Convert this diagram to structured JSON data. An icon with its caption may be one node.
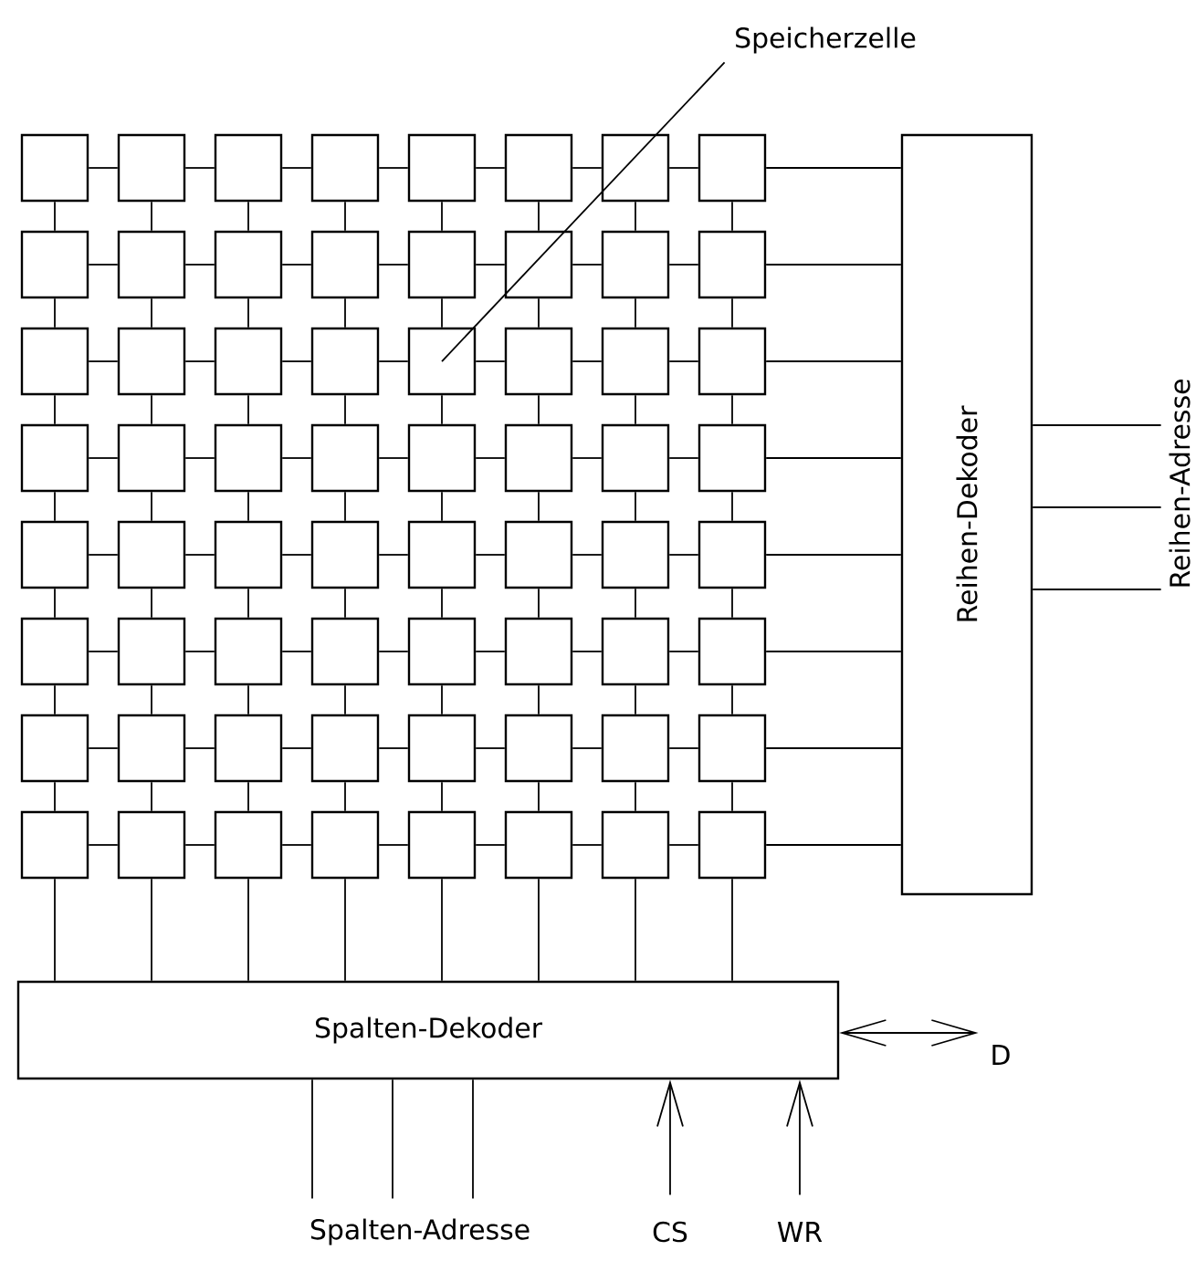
{
  "diagram": {
    "nodes": [
      {
        "text": [
          "Speicherzelle"
        ]
      },
      {
        "text": [],
        "shape": "box"
      },
      {
        "text": [],
        "shape": "box"
      },
      {
        "text": [],
        "shape": "box"
      },
      {
        "text": [],
        "shape": "box"
      },
      {
        "text": [],
        "shape": "box"
      },
      {
        "text": [],
        "shape": "box"
      },
      {
        "text": [],
        "shape": "box"
      },
      {
        "text": [],
        "shape": "box"
      },
      {
        "text": [],
        "shape": "box"
      },
      {
        "text": [],
        "shape": "box"
      },
      {
        "text": [],
        "shape": "box"
      },
      {
        "text": [],
        "shape": "box"
      },
      {
        "text": [],
        "shape": "box"
      },
      {
        "text": [],
        "shape": "box"
      },
      {
        "text": [],
        "shape": "box"
      },
      {
        "text": [],
        "shape": "box"
      },
      {
        "text": [],
        "shape": "box"
      },
      {
        "text": [],
        "shape": "box"
      },
      {
        "text": [],
        "shape": "box"
      },
      {
        "text": [],
        "shape": "box"
      },
      {
        "text": [],
        "shape": "box"
      },
      {
        "text": [],
        "shape": "box"
      },
      {
        "text": [],
        "shape": "box"
      },
      {
        "text": [],
        "shape": "box"
      },
      {
        "text": [],
        "shape": "box"
      },
      {
        "text": [],
        "shape": "box"
      },
      {
        "text": [],
        "shape": "box"
      },
      {
        "text": [],
        "shape": "box"
      },
      {
        "text": [],
        "shape": "box"
      },
      {
        "text": [],
        "shape": "box"
      },
      {
        "text": [],
        "shape": "box"
      },
      {
        "text": [],
        "shape": "box"
      },
      {
        "text": [],
        "shape": "box"
      },
      {
        "text": [],
        "shape": "box"
      },
      {
        "text": [],
        "shape": "box"
      },
      {
        "text": [],
        "shape": "box"
      },
      {
        "text": [],
        "shape": "box"
      },
      {
        "text": [],
        "shape": "box"
      },
      {
        "text": [],
        "shape": "box"
      },
      {
        "text": [],
        "shape": "box"
      },
      {
        "text": [],
        "shape": "box"
      },
      {
        "text": [],
        "shape": "box"
      },
      {
        "text": [],
        "shape": "box"
      },
      {
        "text": [],
        "shape": "box"
      },
      {
        "text": [],
        "shape": "box"
      },
      {
        "text": [],
        "shape": "box"
      },
      {
        "text": [],
        "shape": "box"
      },
      {
        "text": [],
        "shape": "box"
      },
      {
        "text": [],
        "shape": "box"
      },
      {
        "text": [],
        "shape": "box"
      },
      {
        "text": [],
        "shape": "box"
      },
      {
        "text": [],
        "shape": "box"
      },
      {
        "text": [],
        "shape": "box"
      },
      {
        "text": [],
        "shape": "box"
      },
      {
        "text": [],
        "shape": "box"
      },
      {
        "text": [],
        "shape": "box"
      },
      {
        "text": [],
        "shape": "box"
      },
      {
        "text": [],
        "shape": "box"
      },
      {
        "text": [],
        "shape": "box"
      },
      {
        "text": [],
        "shape": "box"
      },
      {
        "text": [],
        "shape": "box"
      },
      {
        "text": [],
        "shape": "box"
      },
      {
        "text": [],
        "shape": "box"
      },
      {
        "text": [],
        "shape": "box"
      },
      {
        "text": [
          "Reihen-Dekoder"
        ]
      },
      {
        "text": [
          "Reihen-Adresse"
        ]
      },
      {
        "text": [
          "Spalten-Dekoder"
        ]
      },
      {
        "text": [
          "D"
        ]
      },
      {
        "text": [
          "Spalten-Adresse"
        ]
      },
      {
        "text": [
          "CS"
        ]
      },
      {
        "text": [
          "WR"
        ]
      }
    ],
    "edges": [
      {
        "from": 0,
        "to": 21,
        "arrow": "none"
      },
      {
        "from": 1,
        "to": 2,
        "arrow": "none"
      },
      {
        "from": 2,
        "to": 3,
        "arrow": "none"
      },
      {
        "from": 3,
        "to": 4,
        "arrow": "none"
      },
      {
        "from": 4,
        "to": 5,
        "arrow": "none"
      },
      {
        "from": 5,
        "to": 6,
        "arrow": "none"
      },
      {
        "from": 6,
        "to": 7,
        "arrow": "none"
      },
      {
        "from": 7,
        "to": 8,
        "arrow": "none"
      },
      {
        "from": 9,
        "to": 10,
        "arrow": "none"
      },
      {
        "from": 10,
        "to": 11,
        "arrow": "none"
      },
      {
        "from": 11,
        "to": 12,
        "arrow": "none"
      },
      {
        "from": 12,
        "to": 13,
        "arrow": "none"
      },
      {
        "from": 13,
        "to": 14,
        "arrow": "none"
      },
      {
        "from": 14,
        "to": 15,
        "arrow": "none"
      },
      {
        "from": 15,
        "to": 16,
        "arrow": "none"
      },
      {
        "from": 17,
        "to": 18,
        "arrow": "none"
      },
      {
        "from": 18,
        "to": 19,
        "arrow": "none"
      },
      {
        "from": 19,
        "to": 20,
        "arrow": "none"
      },
      {
        "from": 20,
        "to": 21,
        "arrow": "none"
      },
      {
        "from": 21,
        "to": 22,
        "arrow": "none"
      },
      {
        "from": 22,
        "to": 23,
        "arrow": "none"
      },
      {
        "from": 23,
        "to": 24,
        "arrow": "none"
      },
      {
        "from": 25,
        "to": 26,
        "arrow": "none"
      },
      {
        "from": 26,
        "to": 27,
        "arrow": "none"
      },
      {
        "from": 27,
        "to": 28,
        "arrow": "none"
      },
      {
        "from": 28,
        "to": 29,
        "arrow": "none"
      },
      {
        "from": 29,
        "to": 30,
        "arrow": "none"
      },
      {
        "from": 30,
        "to": 31,
        "arrow": "none"
      },
      {
        "from": 31,
        "to": 32,
        "arrow": "none"
      },
      {
        "from": 33,
        "to": 34,
        "arrow": "none"
      },
      {
        "from": 34,
        "to": 35,
        "arrow": "none"
      },
      {
        "from": 35,
        "to": 36,
        "arrow": "none"
      },
      {
        "from": 36,
        "to": 37,
        "arrow": "none"
      },
      {
        "from": 37,
        "to": 38,
        "arrow": "none"
      },
      {
        "from": 38,
        "to": 39,
        "arrow": "none"
      },
      {
        "from": 39,
        "to": 40,
        "arrow": "none"
      },
      {
        "from": 41,
        "to": 42,
        "arrow": "none"
      },
      {
        "from": 42,
        "to": 43,
        "arrow": "none"
      },
      {
        "from": 43,
        "to": 44,
        "arrow": "none"
      },
      {
        "from": 44,
        "to": 45,
        "arrow": "none"
      },
      {
        "from": 45,
        "to": 46,
        "arrow": "none"
      },
      {
        "from": 46,
        "to": 47,
        "arrow": "none"
      },
      {
        "from": 47,
        "to": 48,
        "arrow": "none"
      },
      {
        "from": 49,
        "to": 50,
        "arrow": "none"
      },
      {
        "from": 50,
        "to": 51,
        "arrow": "none"
      },
      {
        "from": 51,
        "to": 52,
        "arrow": "none"
      },
      {
        "from": 52,
        "to": 53,
        "arrow": "none"
      },
      {
        "from": 53,
        "to": 54,
        "arrow": "none"
      },
      {
        "from": 54,
        "to": 55,
        "arrow": "none"
      },
      {
        "from": 55,
        "to": 56,
        "arrow": "none"
      },
      {
        "from": 57,
        "to": 58,
        "arrow": "none"
      },
      {
        "from": 58,
        "to": 59,
        "arrow": "none"
      },
      {
        "from": 59,
        "to": 60,
        "arrow": "none"
      },
      {
        "from": 60,
        "to": 61,
        "arrow": "none"
      },
      {
        "from": 61,
        "to": 62,
        "arrow": "none"
      },
      {
        "from": 62,
        "to": 63,
        "arrow": "none"
      },
      {
        "from": 63,
        "to": 64,
        "arrow": "none"
      },
      {
        "from": 1,
        "to": 9,
        "arrow": "none"
      },
      {
        "from": 2,
        "to": 10,
        "arrow": "none"
      },
      {
        "from": 3,
        "to": 11,
        "arrow": "none"
      },
      {
        "from": 4,
        "to": 12,
        "arrow": "none"
      },
      {
        "from": 5,
        "to": 13,
        "arrow": "none"
      },
      {
        "from": 6,
        "to": 14,
        "arrow": "none"
      },
      {
        "from": 7,
        "to": 15,
        "arrow": "none"
      },
      {
        "from": 8,
        "to": 16,
        "arrow": "none"
      },
      {
        "from": 9,
        "to": 17,
        "arrow": "none"
      },
      {
        "from": 10,
        "to": 18,
        "arrow": "none"
      },
      {
        "from": 11,
        "to": 19,
        "arrow": "none"
      },
      {
        "from": 12,
        "to": 20,
        "arrow": "none"
      },
      {
        "from": 13,
        "to": 21,
        "arrow": "none"
      },
      {
        "from": 14,
        "to": 22,
        "arrow": "none"
      },
      {
        "from": 15,
        "to": 23,
        "arrow": "none"
      },
      {
        "from": 16,
        "to": 24,
        "arrow": "none"
      },
      {
        "from": 17,
        "to": 25,
        "arrow": "none"
      },
      {
        "from": 18,
        "to": 26,
        "arrow": "none"
      },
      {
        "from": 19,
        "to": 27,
        "arrow": "none"
      },
      {
        "from": 20,
        "to": 28,
        "arrow": "none"
      },
      {
        "from": 21,
        "to": 29,
        "arrow": "none"
      },
      {
        "from": 22,
        "to": 30,
        "arrow": "none"
      },
      {
        "from": 23,
        "to": 31,
        "arrow": "none"
      },
      {
        "from": 24,
        "to": 32,
        "arrow": "none"
      },
      {
        "from": 25,
        "to": 33,
        "arrow": "none"
      },
      {
        "from": 26,
        "to": 34,
        "arrow": "none"
      },
      {
        "from": 27,
        "to": 35,
        "arrow": "none"
      },
      {
        "from": 28,
        "to": 36,
        "arrow": "none"
      },
      {
        "from": 29,
        "to": 37,
        "arrow": "none"
      },
      {
        "from": 30,
        "to": 38,
        "arrow": "none"
      },
      {
        "from": 31,
        "to": 39,
        "arrow": "none"
      },
      {
        "from": 32,
        "to": 40,
        "arrow": "none"
      },
      {
        "from": 33,
        "to": 41,
        "arrow": "none"
      },
      {
        "from": 34,
        "to": 42,
        "arrow": "none"
      },
      {
        "from": 35,
        "to": 43,
        "arrow": "none"
      },
      {
        "from": 36,
        "to": 44,
        "arrow": "none"
      },
      {
        "from": 37,
        "to": 45,
        "arrow": "none"
      },
      {
        "from": 38,
        "to": 46,
        "arrow": "none"
      },
      {
        "from": 39,
        "to": 47,
        "arrow": "none"
      },
      {
        "from": 40,
        "to": 48,
        "arrow": "none"
      },
      {
        "from": 41,
        "to": 49,
        "arrow": "none"
      },
      {
        "from": 42,
        "to": 50,
        "arrow": "none"
      },
      {
        "from": 43,
        "to": 51,
        "arrow": "none"
      },
      {
        "from": 44,
        "to": 52,
        "arrow": "none"
      },
      {
        "from": 45,
        "to": 53,
        "arrow": "none"
      },
      {
        "from": 46,
        "to": 54,
        "arrow": "none"
      },
      {
        "from": 47,
        "to": 55,
        "arrow": "none"
      },
      {
        "from": 48,
        "to": 56,
        "arrow": "none"
      },
      {
        "from": 49,
        "to": 57,
        "arrow": "none"
      },
      {
        "from": 50,
        "to": 58,
        "arrow": "none"
      },
      {
        "from": 51,
        "to": 59,
        "arrow": "none"
      },
      {
        "from": 52,
        "to": 60,
        "arrow": "none"
      },
      {
        "from": 53,
        "to": 61,
        "arrow": "none"
      },
      {
        "from": 54,
        "to": 62,
        "arrow": "none"
      },
      {
        "from": 55,
        "to": 63,
        "arrow": "none"
      },
      {
        "from": 56,
        "to": 64,
        "arrow": "none"
      },
      {
        "from": 8,
        "to": 65,
        "arrow": "none"
      },
      {
        "from": 16,
        "to": 65,
        "arrow": "none"
      },
      {
        "from": 24,
        "to": 65,
        "arrow": "none"
      },
      {
        "from": 32,
        "to": 65,
        "arrow": "none"
      },
      {
        "from": 40,
        "to": 65,
        "arrow": "none"
      },
      {
        "from": 48,
        "to": 65,
        "arrow": "none"
      },
      {
        "from": 56,
        "to": 65,
        "arrow": "none"
      },
      {
        "from": 64,
        "to": 65,
        "arrow": "none"
      },
      {
        "from": 57,
        "to": 67,
        "arrow": "none"
      },
      {
        "from": 58,
        "to": 67,
        "arrow": "none"
      },
      {
        "from": 59,
        "to": 67,
        "arrow": "none"
      },
      {
        "from": 60,
        "to": 67,
        "arrow": "none"
      },
      {
        "from": 61,
        "to": 67,
        "arrow": "none"
      },
      {
        "from": 62,
        "to": 67,
        "arrow": "none"
      },
      {
        "from": 63,
        "to": 67,
        "arrow": "none"
      },
      {
        "from": 64,
        "to": 67,
        "arrow": "none"
      },
      {
        "from": 65,
        "to": 66,
        "arrow": "none"
      },
      {
        "from": 65,
        "to": 66,
        "arrow": "none"
      },
      {
        "from": 65,
        "to": 66,
        "arrow": "none"
      },
      {
        "from": 67,
        "to": 69,
        "arrow": "none"
      },
      {
        "from": 67,
        "to": 69,
        "arrow": "none"
      },
      {
        "from": 67,
        "to": 69,
        "arrow": "none"
      },
      {
        "from": 70,
        "to": 67,
        "arrow": "to"
      },
      {
        "from": 71,
        "to": 67,
        "arrow": "to"
      },
      {
        "from": 67,
        "to": 68,
        "arrow": "both"
      }
    ]
  }
}
